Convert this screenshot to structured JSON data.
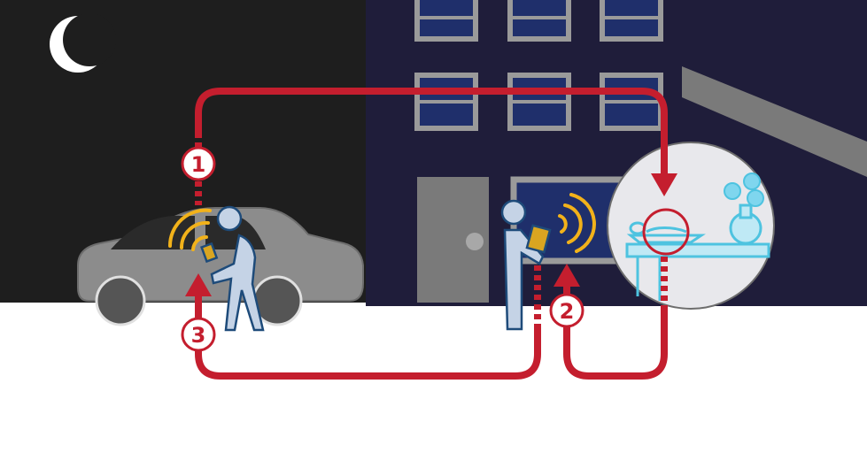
{
  "colors": {
    "night_sky": "#1e1e1e",
    "building": "#1f1d3a",
    "relay_path": "#c41e2e",
    "signal": "#f2b21a",
    "key_fob": "#d9a521",
    "person": "#c5d3e6",
    "interior": "#4ec3e0"
  },
  "steps": [
    {
      "label": "1"
    },
    {
      "label": "2"
    },
    {
      "label": "3"
    }
  ]
}
